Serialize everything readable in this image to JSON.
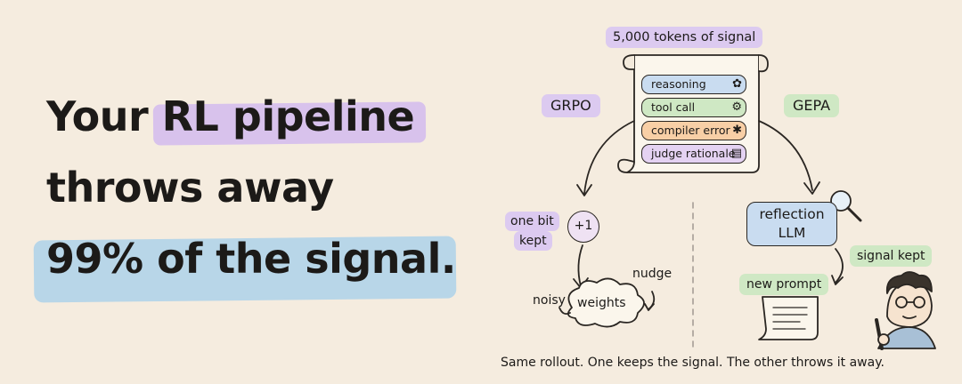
{
  "headline": {
    "line1_pre": "Your ",
    "line1_highlight": "RL pipeline",
    "line2": "throws away",
    "line3": "99% of the signal."
  },
  "diagram": {
    "top_label": "5,000 tokens of signal",
    "scroll_items": [
      {
        "label": "reasoning",
        "icon": "brain-icon"
      },
      {
        "label": "tool call",
        "icon": "gear-icon"
      },
      {
        "label": "compiler error",
        "icon": "bug-icon"
      },
      {
        "label": "judge rationale",
        "icon": "document-icon"
      }
    ],
    "left_method": "GRPO",
    "right_method": "GEPA",
    "left": {
      "one_bit": "one bit",
      "kept": "kept",
      "reward": "+1",
      "weights": "weights",
      "noisy": "noisy",
      "nudge": "nudge"
    },
    "right": {
      "reflection": "reflection",
      "llm": "LLM",
      "signal_kept": "signal kept",
      "new_prompt": "new prompt"
    },
    "caption": "Same rollout. One keeps the signal. The other throws it away."
  },
  "colors": {
    "background": "#f5ecdf",
    "lavender": "#dccaf0",
    "blue": "#b8d6e8",
    "green": "#cfe8c4",
    "orange": "#f8cfa6"
  }
}
